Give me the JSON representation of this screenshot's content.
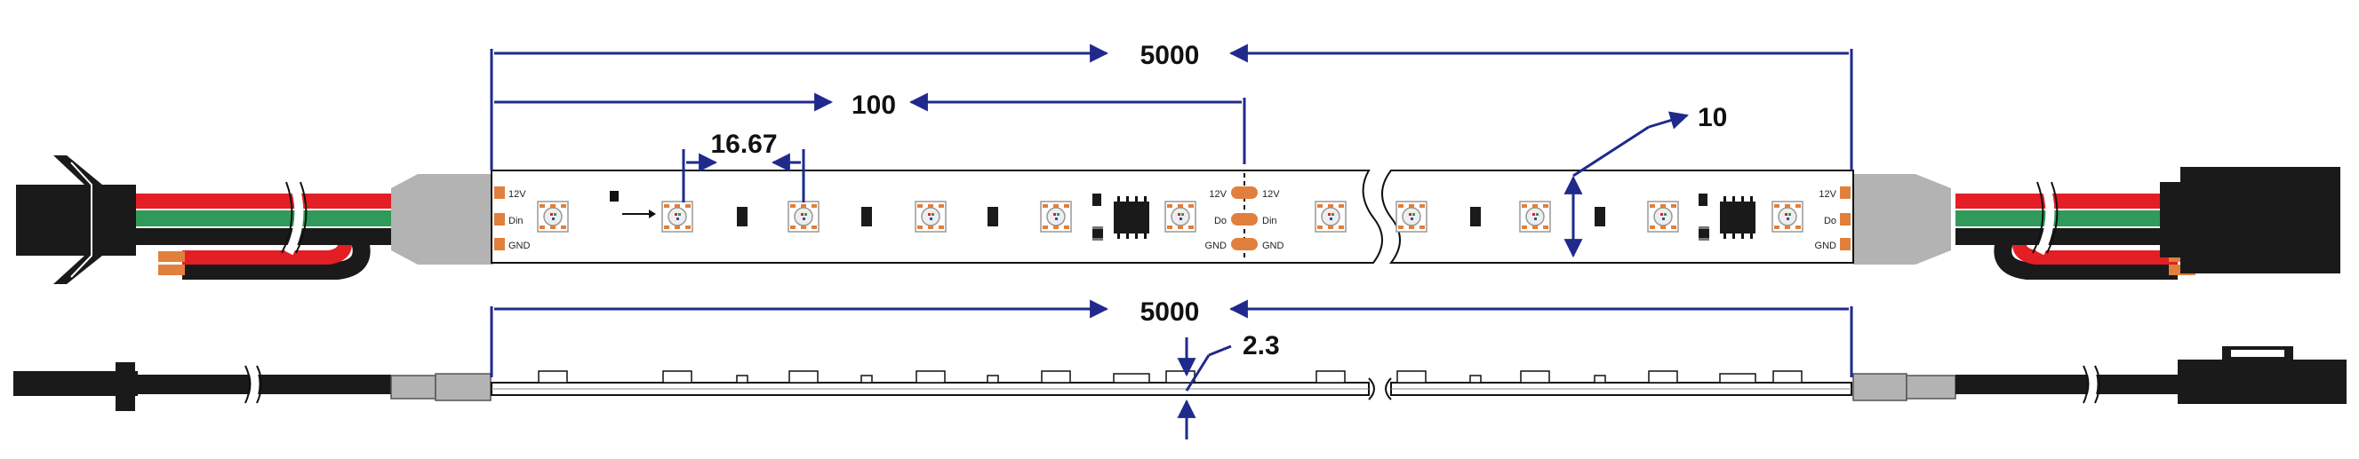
{
  "dimensions": {
    "total_length_top": "5000",
    "cut_unit": "100",
    "led_pitch": "16.67",
    "strip_width": "10",
    "total_length_side": "5000",
    "thickness": "2.3"
  },
  "pad_labels": {
    "left": [
      "12V",
      "Din",
      "GND"
    ],
    "cut_left": [
      "12V",
      "Do",
      "GND"
    ],
    "cut_right": [
      "12V",
      "Din",
      "GND"
    ],
    "right": [
      "12V",
      "Do",
      "GND"
    ]
  },
  "colors": {
    "dimension_line": "#1f2a8c",
    "wire_red": "#e31e24",
    "wire_green": "#2f9a5a",
    "wire_black": "#1a1a1a",
    "pad_copper": "#e0803c",
    "connector": "#1a1a1a",
    "cable_sleeve": "#b3b3b3"
  },
  "icons": {
    "left_connector": "jst-sm-male-connector-icon",
    "right_connector": "jst-sm-female-connector-icon",
    "led": "rgb-led-5050-icon",
    "ic": "driver-ic-chip-icon"
  }
}
